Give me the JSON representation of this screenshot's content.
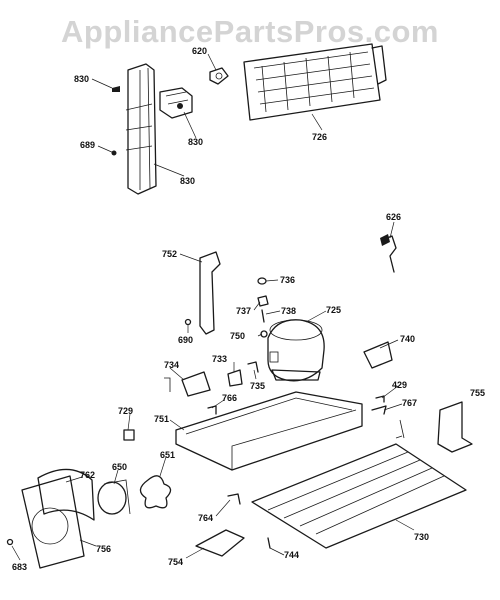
{
  "watermark": "AppliancePartsPros.com",
  "callouts": [
    "830",
    "620",
    "726",
    "830",
    "689",
    "830",
    "626",
    "752",
    "736",
    "737",
    "738",
    "725",
    "690",
    "750",
    "740",
    "734",
    "733",
    "735",
    "429",
    "755",
    "767",
    "729",
    "766",
    "751",
    "762",
    "650",
    "651",
    "730",
    "764",
    "756",
    "683",
    "754",
    "744"
  ]
}
